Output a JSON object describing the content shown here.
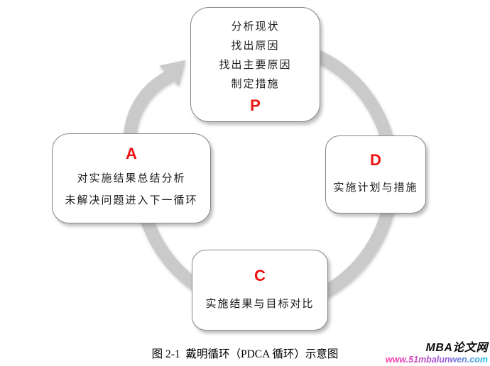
{
  "diagram": {
    "title_hint": "PDCA cycle",
    "ring_color": "#cacaca",
    "letter_color": "#ec1111",
    "box_border_color": "#888888",
    "nodes": {
      "plan": {
        "letter": "P",
        "lines": [
          "分析现状",
          "找出原因",
          "找出主要原因",
          "制定措施"
        ]
      },
      "do": {
        "letter": "D",
        "lines": [
          "实施计划与措施"
        ]
      },
      "check": {
        "letter": "C",
        "lines": [
          "实施结果与目标对比"
        ]
      },
      "act": {
        "letter": "A",
        "lines": [
          "对实施结果总结分析",
          "未解决问题进入下一循环"
        ]
      }
    }
  },
  "caption": "图 2-1  戴明循环（PDCA 循环）示意图",
  "watermark": {
    "site_name": "MBA论文网",
    "url": "www.51mbalunwen.com",
    "url_gradient": [
      "#ff3fa5",
      "#9b51d8",
      "#1fc3e6"
    ]
  }
}
